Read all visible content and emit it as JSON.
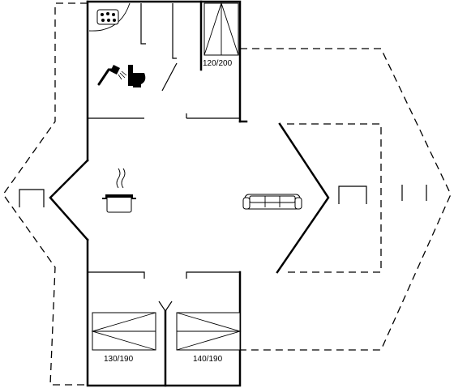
{
  "plan": {
    "bed_label_top": "120/200",
    "bed_label_left": "130/190",
    "bed_label_right": "140/190"
  },
  "icons": {
    "spa": "spa-bath-icon",
    "shower": "shower-icon",
    "toilet": "toilet-icon",
    "cooking_pot": "cooking-pot-icon",
    "sofa": "sofa-icon",
    "garden_chair_left": "garden-chair-icon",
    "garden_chair_right": "garden-chair-icon"
  }
}
